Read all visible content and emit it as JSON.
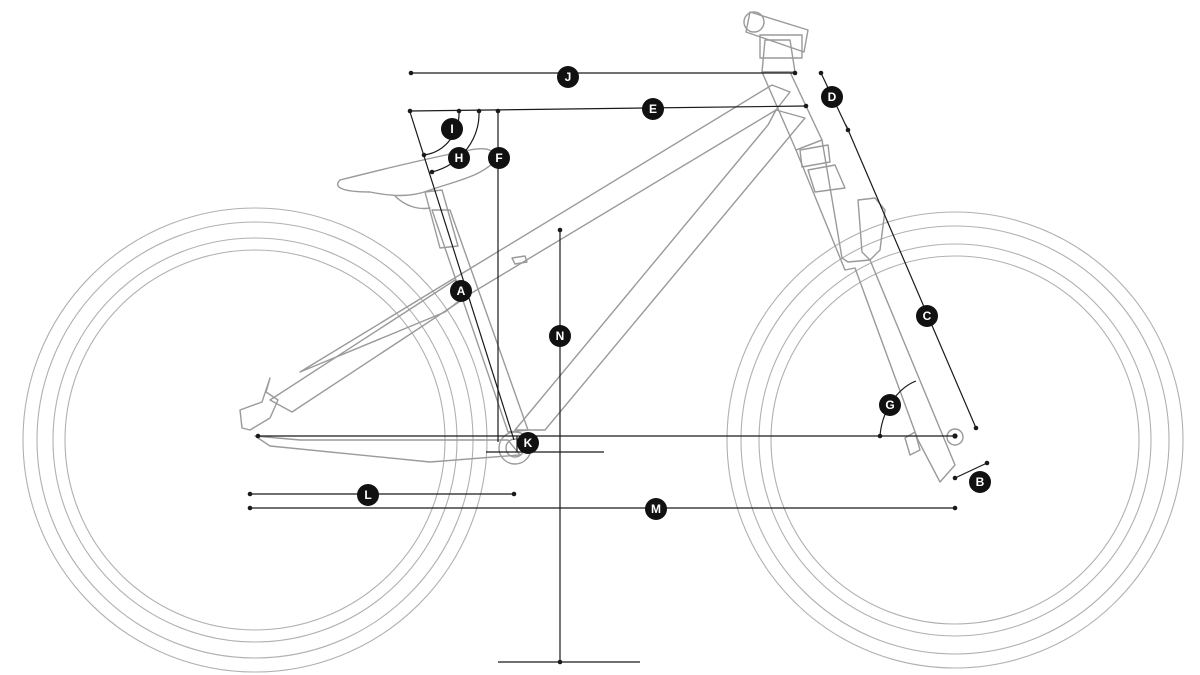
{
  "diagram": {
    "labels": {
      "A": "A",
      "B": "B",
      "C": "C",
      "D": "D",
      "E": "E",
      "F": "F",
      "G": "G",
      "H": "H",
      "I": "I",
      "J": "J",
      "K": "K",
      "L": "L",
      "M": "M",
      "N": "N"
    },
    "colors": {
      "outline": "#9a9a9a",
      "dimension": "#1a1a1a",
      "badge_fill": "#111111",
      "badge_text": "#ffffff"
    }
  }
}
